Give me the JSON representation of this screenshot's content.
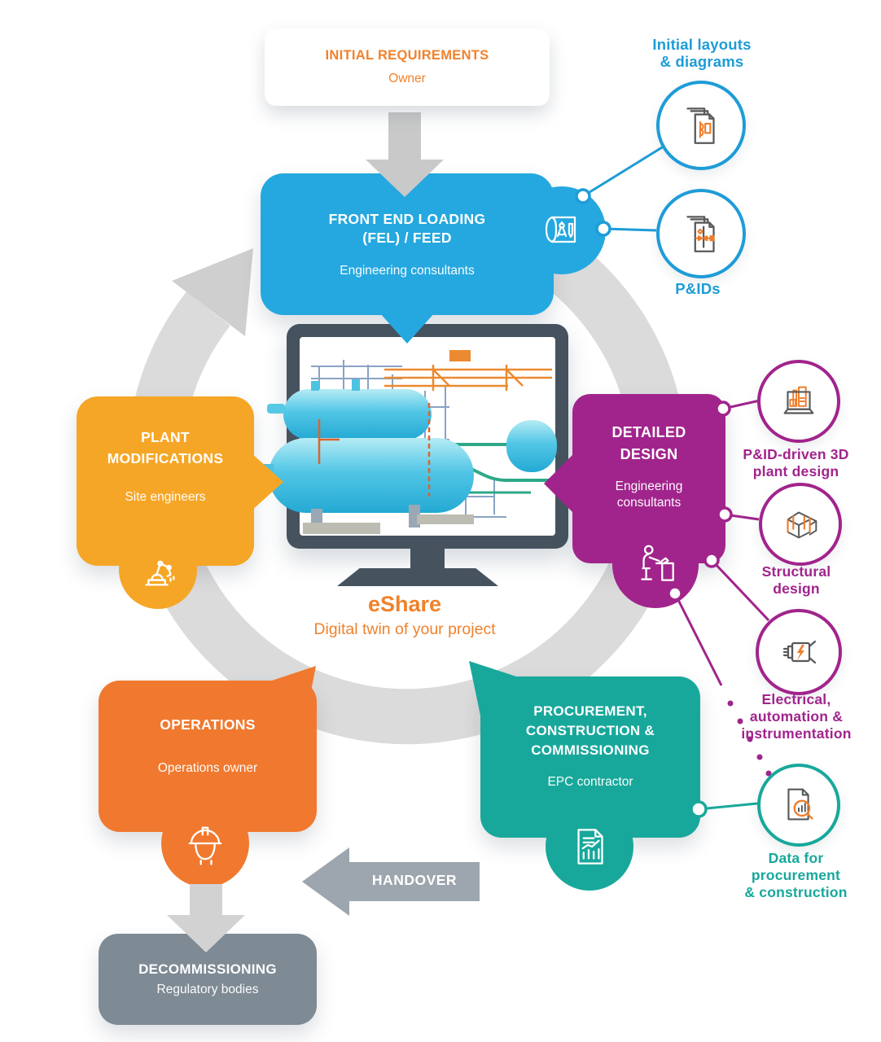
{
  "colors": {
    "blue": "#25A8DF",
    "blue_text": "#1E9CD7",
    "purple": "#A1248C",
    "teal": "#18A89B",
    "orange": "#F0792F",
    "amber": "#F6A626",
    "slate_gray": "#7E8A94",
    "handover_gray": "#9DA6AE",
    "ring_gray": "#DBDBDB",
    "orange_text": "#F0822D",
    "monitor_frame": "#46535F",
    "icon_gray": "#58595B",
    "icon_orange": "#ED7D2B"
  },
  "center": {
    "brand": "eShare",
    "tagline": "Digital twin of your project"
  },
  "stages": {
    "initial_requirements": {
      "title": "INITIAL REQUIREMENTS",
      "subtitle": "Owner"
    },
    "fel": {
      "title_lines": [
        "FRONT END LOADING",
        "(FEL) / FEED"
      ],
      "subtitle": "Engineering consultants"
    },
    "detailed_design": {
      "title_lines": [
        "DETAILED",
        "DESIGN"
      ],
      "subtitle_lines": [
        "Engineering",
        "consultants"
      ]
    },
    "procurement": {
      "title_lines": [
        "PROCUREMENT,",
        "CONSTRUCTION &",
        "COMMISSIONING"
      ],
      "subtitle": "EPC contractor"
    },
    "operations": {
      "title": "OPERATIONS",
      "subtitle": "Operations owner"
    },
    "plant_modifications": {
      "title_lines": [
        "PLANT",
        "MODIFICATIONS"
      ],
      "subtitle": "Site engineers"
    },
    "decommissioning": {
      "title": "DECOMMISSIONING",
      "subtitle": "Regulatory bodies"
    },
    "handover": {
      "label": "HANDOVER"
    }
  },
  "deliverables": [
    {
      "id": "initial-layouts",
      "lines": [
        "Initial layouts",
        "& diagrams"
      ],
      "icon": "layout-diagrams-icon",
      "color": "#1E9CD7"
    },
    {
      "id": "pids",
      "lines": [
        "P&IDs"
      ],
      "icon": "pid-documents-icon",
      "color": "#1E9CD7"
    },
    {
      "id": "pid-3d",
      "lines": [
        "P&ID-driven 3D",
        "plant design"
      ],
      "icon": "laptop-plant-icon",
      "color": "#A1248C"
    },
    {
      "id": "structural",
      "lines": [
        "Structural",
        "design"
      ],
      "icon": "structural-frame-icon",
      "color": "#A1248C"
    },
    {
      "id": "electrical",
      "lines": [
        "Electrical,",
        "automation &",
        "instrumentation"
      ],
      "icon": "electric-motor-icon",
      "color": "#A1248C"
    },
    {
      "id": "procurement-data",
      "lines": [
        "Data for",
        "procurement",
        "& construction"
      ],
      "icon": "data-report-icon",
      "color": "#18A89B"
    }
  ]
}
